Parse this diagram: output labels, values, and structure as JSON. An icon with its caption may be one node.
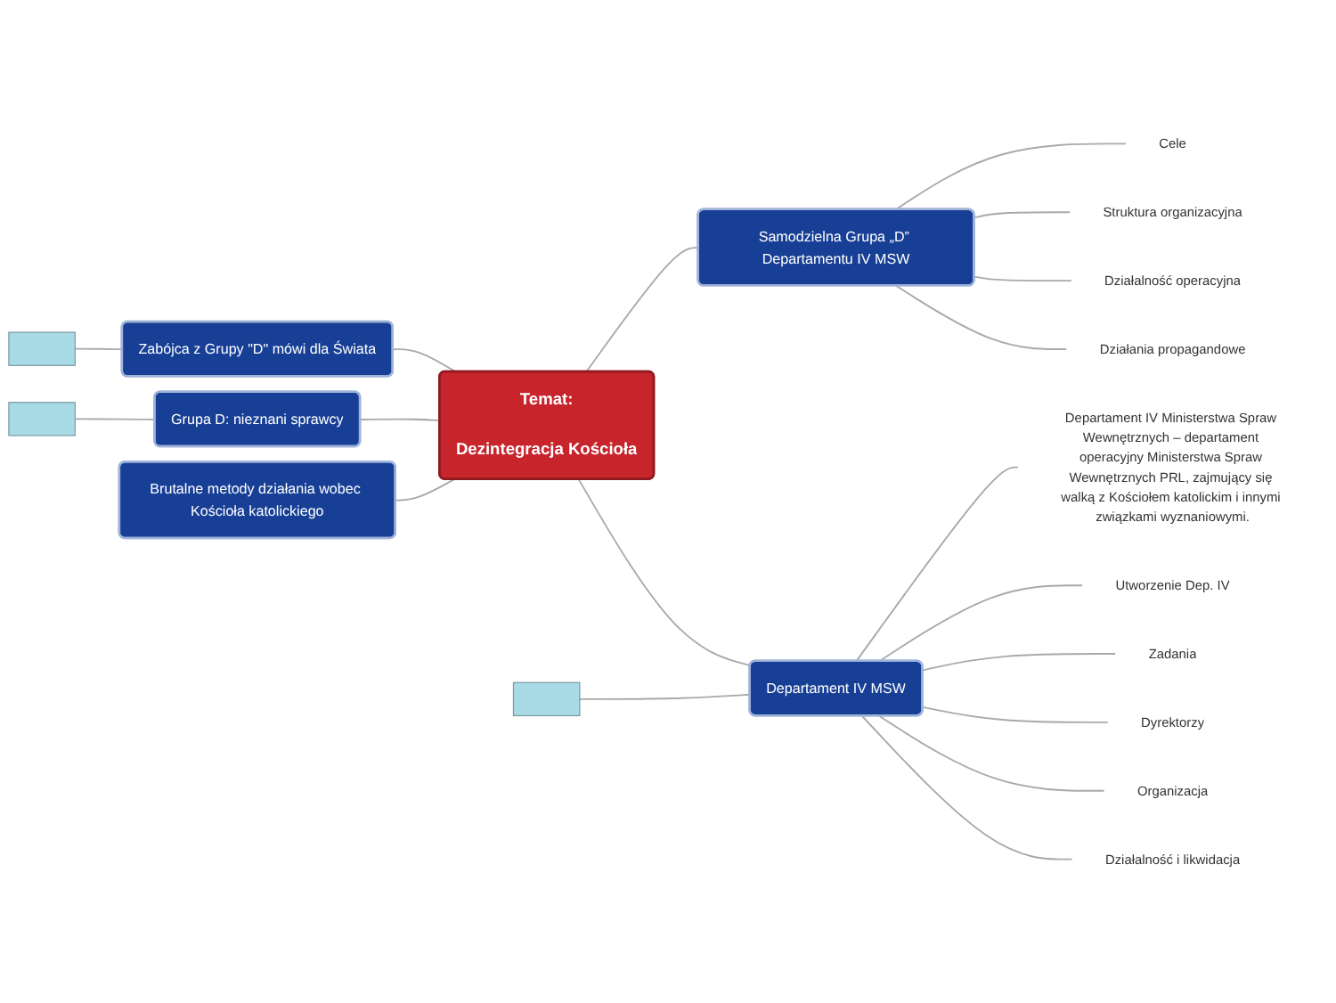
{
  "diagram": {
    "nodes": [
      {
        "text": [
          "Temat:",
          "Dezintegracja Kościoła"
        ]
      },
      {
        "text": [
          "Zabójca z Grupy \"D\" mówi dla Świata"
        ]
      },
      {
        "text": [],
        "shape": "box"
      },
      {
        "text": [
          "Grupa D: nieznani sprawcy"
        ]
      },
      {
        "text": [],
        "shape": "box"
      },
      {
        "text": [
          "Brutalne metody działania wobec Kościoła katolickiego"
        ]
      },
      {
        "text": [
          "Samodzielna Grupa „D” Departamentu IV MSW"
        ]
      },
      {
        "text": [
          "Cele"
        ]
      },
      {
        "text": [
          "Struktura organizacyjna"
        ]
      },
      {
        "text": [
          "Działalność operacyjna"
        ]
      },
      {
        "text": [
          "Działania propagandowe"
        ]
      },
      {
        "text": [
          "Departament IV MSW"
        ]
      },
      {
        "text": [],
        "shape": "box"
      },
      {
        "text": [
          "Departament IV Ministerstwa Spraw Wewnętrznych – departament operacyjny Ministerstwa Spraw Wewnętrznych PRL, zajmujący się walką z Kościołem katolickim i innymi związkami wyznaniowymi."
        ]
      },
      {
        "text": [
          "Utworzenie Dep. IV"
        ]
      },
      {
        "text": [
          "Zadania"
        ]
      },
      {
        "text": [
          "Dyrektorzy"
        ]
      },
      {
        "text": [
          "Organizacja"
        ]
      },
      {
        "text": [
          "Działalność i likwidacja"
        ]
      }
    ],
    "edges": [
      {
        "from": 1,
        "to": 0,
        "arrow": "none"
      },
      {
        "from": 2,
        "to": 1,
        "arrow": "none"
      },
      {
        "from": 3,
        "to": 0,
        "arrow": "none"
      },
      {
        "from": 4,
        "to": 3,
        "arrow": "none"
      },
      {
        "from": 5,
        "to": 0,
        "arrow": "none"
      },
      {
        "from": 0,
        "to": 6,
        "arrow": "none"
      },
      {
        "from": 6,
        "to": 7,
        "arrow": "none"
      },
      {
        "from": 6,
        "to": 8,
        "arrow": "none"
      },
      {
        "from": 6,
        "to": 9,
        "arrow": "none"
      },
      {
        "from": 6,
        "to": 10,
        "arrow": "none"
      },
      {
        "from": 0,
        "to": 11,
        "arrow": "none"
      },
      {
        "from": 12,
        "to": 11,
        "arrow": "none"
      },
      {
        "from": 11,
        "to": 13,
        "arrow": "none"
      },
      {
        "from": 11,
        "to": 14,
        "arrow": "none"
      },
      {
        "from": 11,
        "to": 15,
        "arrow": "none"
      },
      {
        "from": 11,
        "to": 16,
        "arrow": "none"
      },
      {
        "from": 11,
        "to": 17,
        "arrow": "none"
      },
      {
        "from": 11,
        "to": 18,
        "arrow": "none"
      }
    ]
  }
}
